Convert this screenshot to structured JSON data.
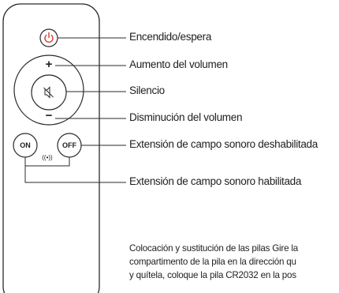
{
  "remote": {
    "button_on": "ON",
    "button_off": "OFF",
    "volume_plus": "+",
    "volume_minus": "−",
    "surround_indicator": "((•))"
  },
  "callouts": [
    {
      "key": "power",
      "text": "Encendido/espera"
    },
    {
      "key": "volume_up",
      "text": "Aumento del volumen"
    },
    {
      "key": "mute",
      "text": "Silencio"
    },
    {
      "key": "volume_down",
      "text": "Disminución del volumen"
    },
    {
      "key": "sound_field_off",
      "text": "Extensión de campo sonoro deshabilitada"
    },
    {
      "key": "sound_field_on",
      "text": "Extensión de campo sonoro habilitada"
    }
  ],
  "battery_note": {
    "lines": [
      "Colocación y sustitución de las pilas Gire la",
      "compartimento de la pila en la dirección qu",
      "y quítela, coloque la pila CR2032 en la pos"
    ]
  },
  "colors": {
    "outline": "#2a2a2a",
    "power_red": "#d93a2b",
    "text": "#1e1e1e"
  },
  "icons": {
    "power": "power-icon",
    "mute": "mute-speaker-icon",
    "surround": "sound-wave-icon"
  }
}
